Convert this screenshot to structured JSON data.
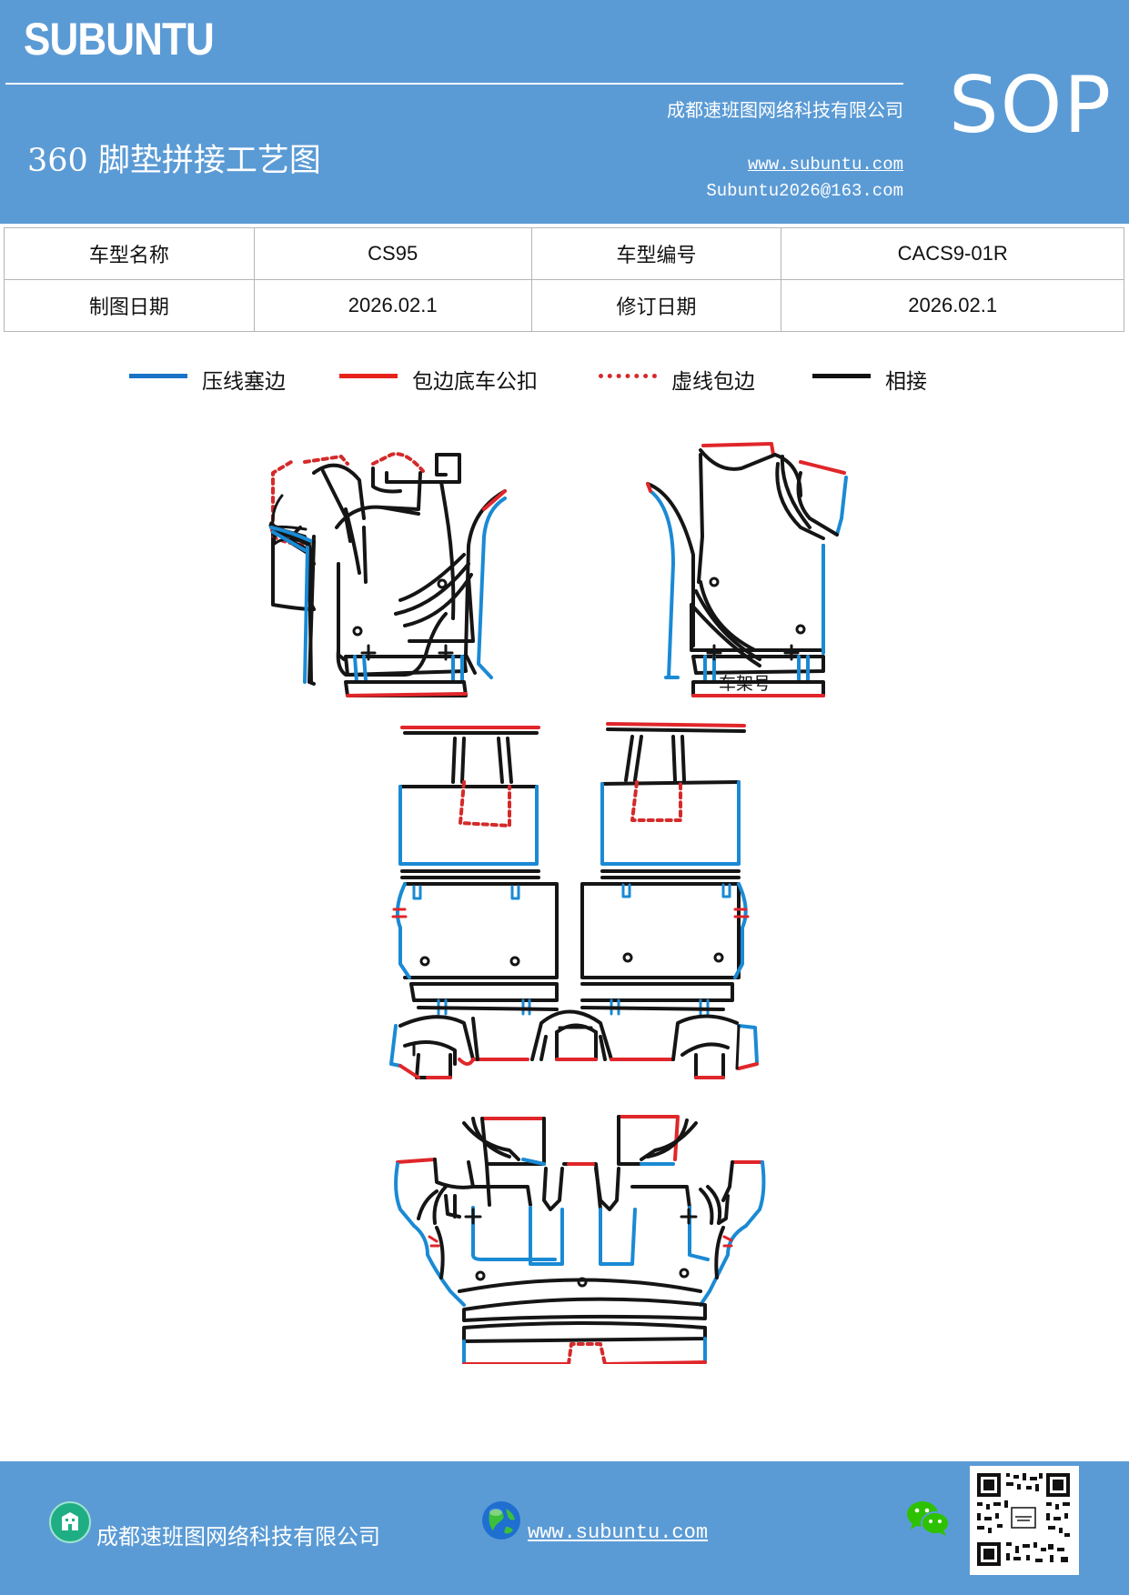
{
  "header": {
    "brand": "SUBUNTU",
    "company": "成都速班图网络科技有限公司",
    "title": "360 脚垫拼接工艺图",
    "website": "www.subuntu.com",
    "email": "Subuntu2026@163.com",
    "badge": "SOP"
  },
  "info_table": {
    "rows": [
      [
        "车型名称",
        "CS95",
        "车型编号",
        "CACS9-01R"
      ],
      [
        "制图日期",
        "2026.02.1",
        "修订日期",
        "2026.02.1"
      ]
    ]
  },
  "legend": [
    {
      "label": "压线塞边",
      "color": "#1a73c7",
      "style": "solid"
    },
    {
      "label": "包边底车公扣",
      "color": "#e8221b",
      "style": "solid"
    },
    {
      "label": "虚线包边",
      "color": "#d42a2a",
      "style": "dotted"
    },
    {
      "label": "相接",
      "color": "#111111",
      "style": "solid"
    }
  ],
  "diagram": {
    "frame_label": "车架号",
    "colors": {
      "blue": "#1a8ad4",
      "red": "#e0262a",
      "black": "#151515"
    }
  },
  "footer": {
    "company": "成都速班图网络科技有限公司",
    "website": "www.subuntu.com"
  },
  "colors": {
    "header_bg": "#5b9bd5",
    "footer_bg": "#5b9bd5"
  }
}
